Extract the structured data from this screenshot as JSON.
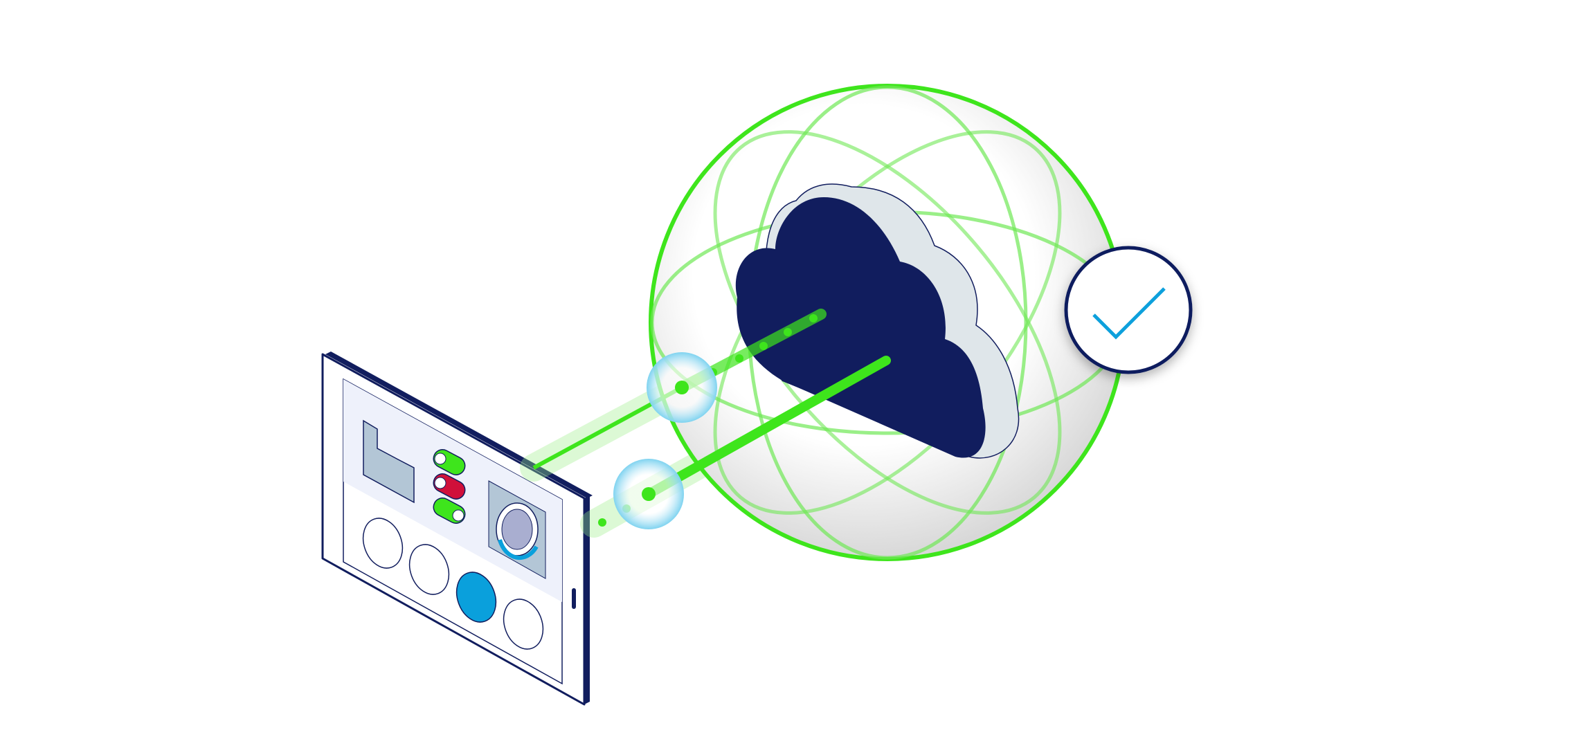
{
  "illustration": {
    "colors": {
      "background": "#ffffff",
      "navy": "#111d5e",
      "green": "#3ee51c",
      "light_green": "#9ef08a",
      "blue": "#0aa0dc",
      "red": "#d0103a",
      "cloud_side": "#dfe6ea",
      "screen_panel": "#eef1fb"
    },
    "icons": [
      "tablet-icon",
      "factory-icon",
      "toggle-switch-icon",
      "gauge-icon",
      "cloud-icon",
      "globe-sphere-icon",
      "checkmark-icon",
      "data-bubble-icon"
    ],
    "toggles": [
      "on",
      "off",
      "on"
    ]
  }
}
